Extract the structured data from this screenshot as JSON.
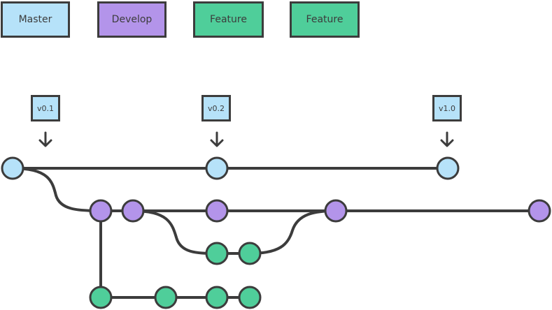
{
  "colors": {
    "master": "#b6e2f9",
    "develop": "#b394ea",
    "feature": "#4fce9a",
    "stroke": "#3c3c3c"
  },
  "legend": [
    {
      "label": "Master",
      "branch": "master"
    },
    {
      "label": "Develop",
      "branch": "develop"
    },
    {
      "label": "Feature",
      "branch": "feature"
    },
    {
      "label": "Feature",
      "branch": "feature"
    }
  ],
  "tags": [
    {
      "label": "v0.1"
    },
    {
      "label": "v0.2"
    },
    {
      "label": "v1.0"
    }
  ]
}
